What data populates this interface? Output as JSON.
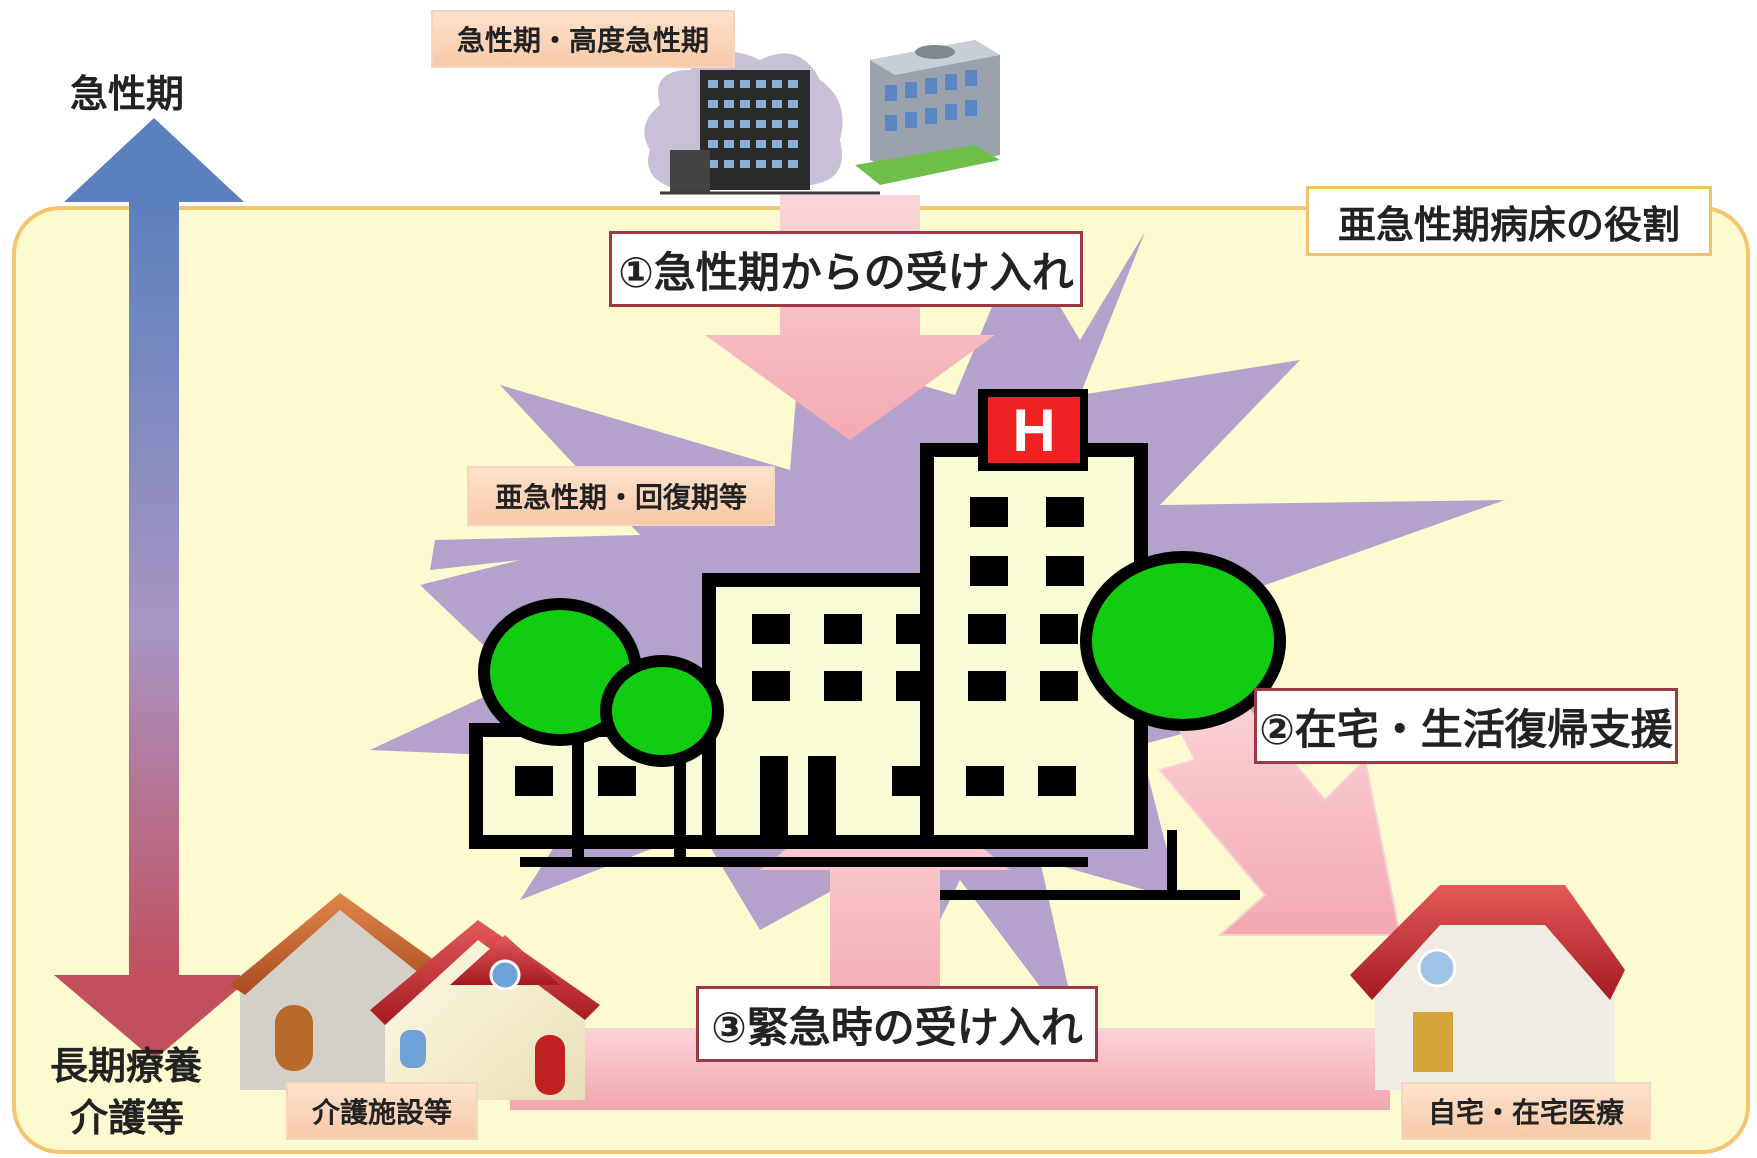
{
  "axis": {
    "top_label": "急性期",
    "bottom_label_line1": "長期療養",
    "bottom_label_line2": "介護等"
  },
  "region_title": "亜急性期病床の役割",
  "facilities": {
    "acute": "急性期・高度急性期",
    "subacute": "亜急性期・回復期等",
    "care": "介護施設等",
    "home": "自宅・在宅医療"
  },
  "steps": {
    "step1": "①急性期からの受け入れ",
    "step2": "②在宅・生活復帰支援",
    "step3": "③緊急時の受け入れ"
  },
  "hospital_sign": "H",
  "colors": {
    "region_fill": "#fefad0",
    "region_border": "#f5c46e",
    "burst": "#b4a1cc",
    "arrow_pink": "#f6b9bf",
    "axis_top": "#5b80bd",
    "axis_bottom": "#c24f5e",
    "tree_green": "#11cc11",
    "building_cream": "#f9fbd6"
  }
}
